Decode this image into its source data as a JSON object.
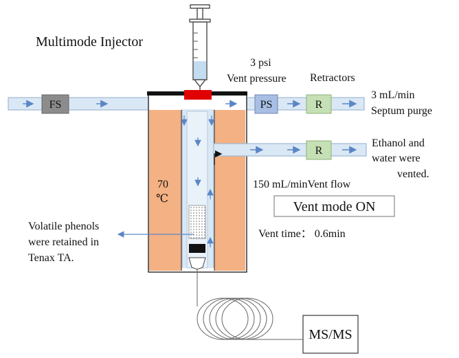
{
  "title": "Multimode Injector",
  "vent_pressure": {
    "value": "3 psi",
    "label": "Vent pressure"
  },
  "retractors_label": "Retractors",
  "boxes": {
    "fs": "FS",
    "ps": "PS",
    "r_top": "R",
    "r_mid": "R",
    "msms": "MS/MS"
  },
  "septum_purge": {
    "line1": "3 mL/min",
    "line2": "Septum purge"
  },
  "vented_note": {
    "line1": "Ethanol and",
    "line2": "water were",
    "line3": "vented."
  },
  "temperature": {
    "value": "70",
    "unit": "℃"
  },
  "vent_flow": "150 mL/minVent flow",
  "vent_mode": "Vent mode ON",
  "vent_time": "Vent time： 0.6min",
  "retained_note": {
    "line1": "Volatile phenols",
    "line2": "were retained in",
    "line3": "Tenax TA."
  },
  "colors": {
    "heater": "#f4b183",
    "line_fill": "#dae8f5",
    "line_stroke": "#9fb8d3",
    "fs_box": "#8c8c8c",
    "ps_box": "#a8bfe3",
    "r_box": "#c5e0b4",
    "septum": "#e00000",
    "arrow": "#5b86c5"
  }
}
